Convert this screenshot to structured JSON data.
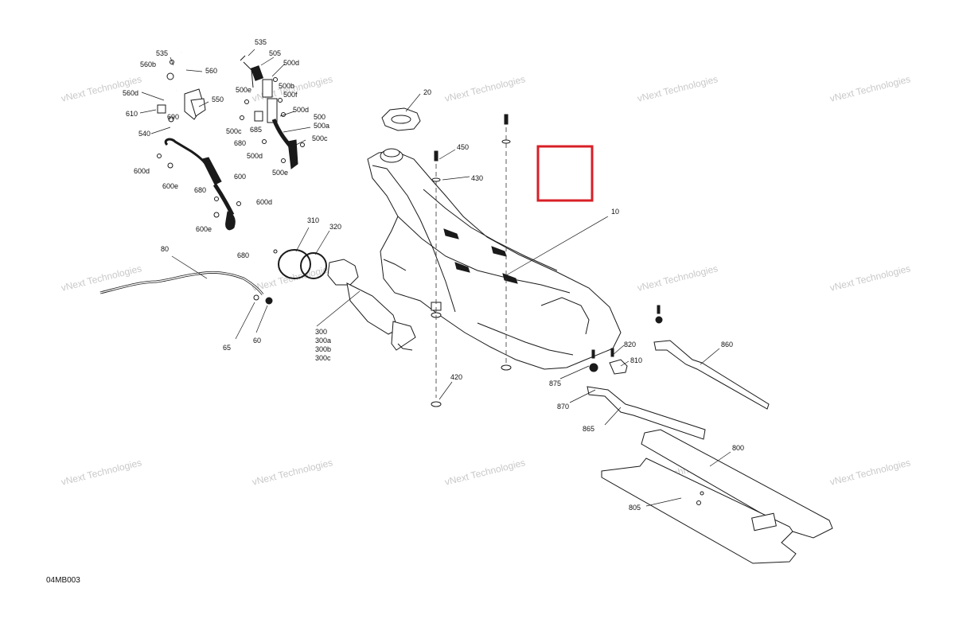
{
  "diagram_code": "04MB003",
  "watermark_text": "vNext Technologies",
  "highlight_color": "#d81f26",
  "callouts": [
    {
      "id": "535a",
      "text": "535"
    },
    {
      "id": "560b",
      "text": "560b"
    },
    {
      "id": "560",
      "text": "560"
    },
    {
      "id": "560d",
      "text": "560d"
    },
    {
      "id": "550",
      "text": "550"
    },
    {
      "id": "610",
      "text": "610"
    },
    {
      "id": "690",
      "text": "690"
    },
    {
      "id": "540",
      "text": "540"
    },
    {
      "id": "535b",
      "text": "535"
    },
    {
      "id": "505",
      "text": "505"
    },
    {
      "id": "500d1",
      "text": "500d"
    },
    {
      "id": "500e1",
      "text": "500e"
    },
    {
      "id": "500b",
      "text": "500b"
    },
    {
      "id": "500f",
      "text": "500f"
    },
    {
      "id": "500d2",
      "text": "500d"
    },
    {
      "id": "500",
      "text": "500"
    },
    {
      "id": "500a",
      "text": "500a"
    },
    {
      "id": "500c1",
      "text": "500c"
    },
    {
      "id": "685",
      "text": "685"
    },
    {
      "id": "680a",
      "text": "680"
    },
    {
      "id": "500c2",
      "text": "500c"
    },
    {
      "id": "500d3",
      "text": "500d"
    },
    {
      "id": "500e2",
      "text": "500e"
    },
    {
      "id": "600d1",
      "text": "600d"
    },
    {
      "id": "600e1",
      "text": "600e"
    },
    {
      "id": "600",
      "text": "600"
    },
    {
      "id": "680b",
      "text": "680"
    },
    {
      "id": "600d2",
      "text": "600d"
    },
    {
      "id": "600e2",
      "text": "600e"
    },
    {
      "id": "20",
      "text": "20"
    },
    {
      "id": "450",
      "text": "450"
    },
    {
      "id": "430",
      "text": "430"
    },
    {
      "id": "10",
      "text": "10"
    },
    {
      "id": "310",
      "text": "310"
    },
    {
      "id": "320",
      "text": "320"
    },
    {
      "id": "680c",
      "text": "680"
    },
    {
      "id": "80",
      "text": "80"
    },
    {
      "id": "65",
      "text": "65"
    },
    {
      "id": "60",
      "text": "60"
    },
    {
      "id": "300",
      "text": "300"
    },
    {
      "id": "300a",
      "text": "300a"
    },
    {
      "id": "300b",
      "text": "300b"
    },
    {
      "id": "300c",
      "text": "300c"
    },
    {
      "id": "420",
      "text": "420"
    },
    {
      "id": "820",
      "text": "820"
    },
    {
      "id": "810",
      "text": "810"
    },
    {
      "id": "875",
      "text": "875"
    },
    {
      "id": "870",
      "text": "870"
    },
    {
      "id": "865",
      "text": "865"
    },
    {
      "id": "860",
      "text": "860"
    },
    {
      "id": "800",
      "text": "800"
    },
    {
      "id": "805",
      "text": "805"
    }
  ]
}
